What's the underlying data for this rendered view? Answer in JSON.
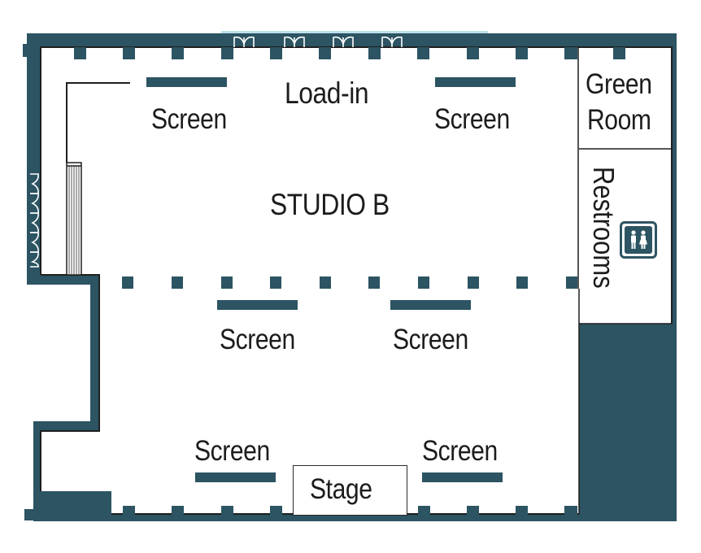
{
  "title": "STUDIO B",
  "colors": {
    "wall": "#2c5462",
    "outline": "#1f1f1f",
    "glass": "#bde0ea",
    "background": "#ffffff",
    "text": "#1c1c1c"
  },
  "rooms": {
    "main": "STUDIO B",
    "load_in": "Load-in",
    "green_room_line1": "Green",
    "green_room_line2": "Room",
    "restrooms": "Restrooms",
    "stage": "Stage"
  },
  "screens": [
    {
      "label": "Screen",
      "position": "top-left"
    },
    {
      "label": "Screen",
      "position": "top-right"
    },
    {
      "label": "Screen",
      "position": "middle-left"
    },
    {
      "label": "Screen",
      "position": "middle-right"
    },
    {
      "label": "Screen",
      "position": "bottom-left"
    },
    {
      "label": "Screen",
      "position": "bottom-right"
    }
  ],
  "icons": {
    "restroom": "restroom-icon",
    "doors": "double-door-icon",
    "stairs": "stairs-icon"
  }
}
